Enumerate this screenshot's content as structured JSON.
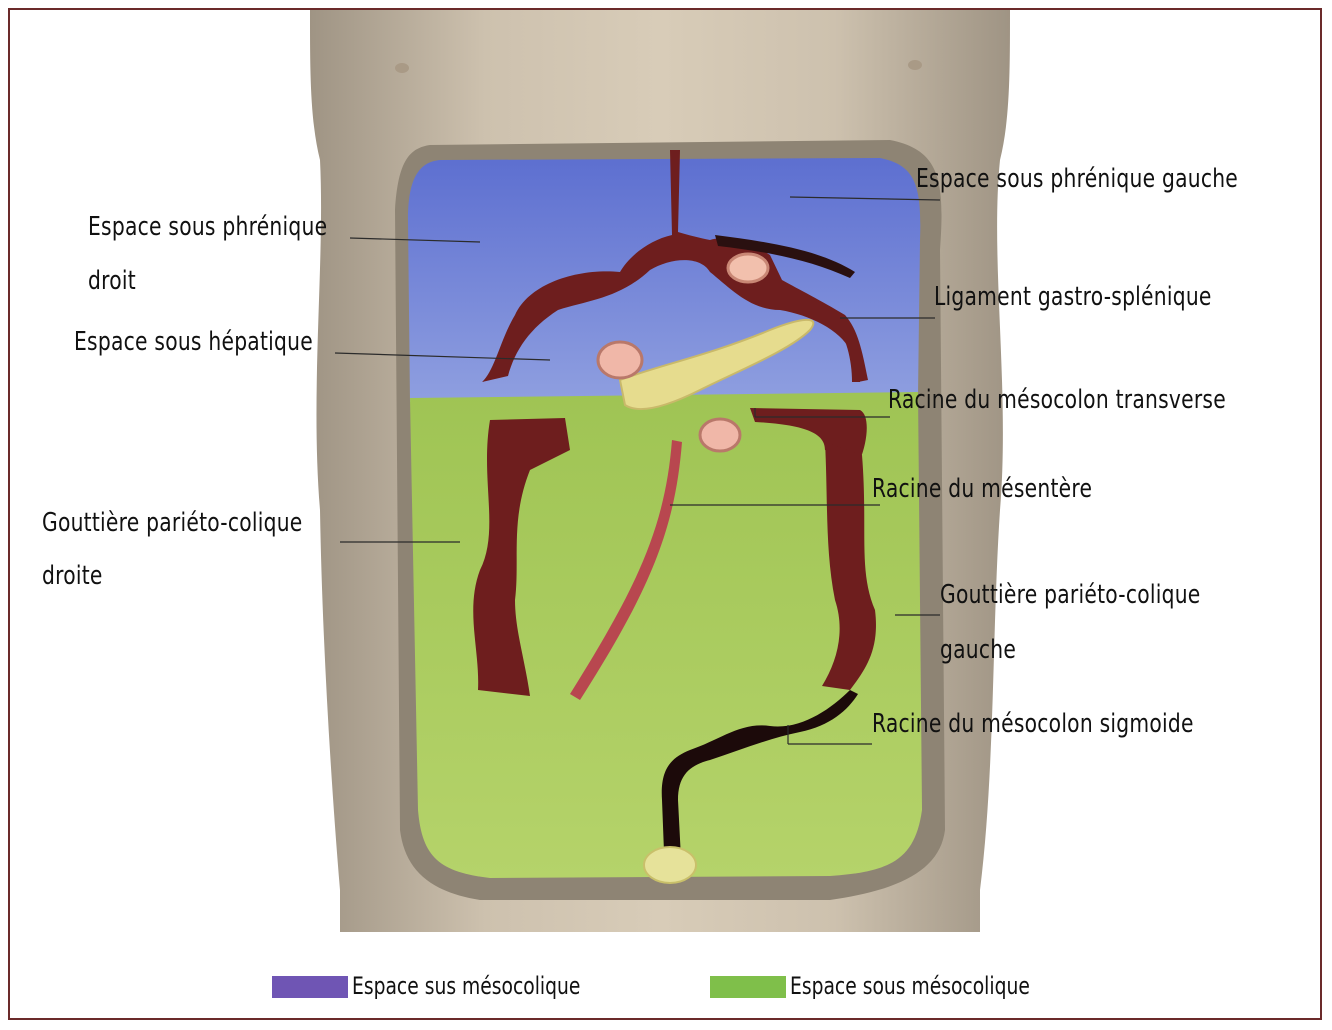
{
  "labels": {
    "sous_phrenique_droit_l1": "Espace sous phrénique",
    "sous_phrenique_droit_l2": "droit",
    "sous_hepatique": "Espace sous hépatique",
    "gouttiere_droite_l1": "Gouttière pariéto-colique",
    "gouttiere_droite_l2": "droite",
    "sous_phrenique_gauche": "Espace sous phrénique gauche",
    "ligament_gastro_splenique": "Ligament gastro-splénique",
    "racine_mesocolon_transverse": "Racine du mésocolon transverse",
    "racine_mesentere": "Racine du mésentère",
    "gouttiere_gauche_l1": "Gouttière pariéto-colique",
    "gouttiere_gauche_l2": "gauche",
    "racine_mesocolon_sigmoide": "Racine du mésocolon sigmoide"
  },
  "legend": [
    {
      "label": "Espace sus mésocolique",
      "color": "#6f55b4"
    },
    {
      "label": "Espace sous mésocolique",
      "color": "#7fbf4a"
    }
  ],
  "colors": {
    "frame_border": "#6b2a2a",
    "skin": "#c9bcaa",
    "supramesocolic": "#6f7fd4",
    "inframesocolic": "#a8c95a",
    "colon_wall": "#6e1e1e"
  }
}
